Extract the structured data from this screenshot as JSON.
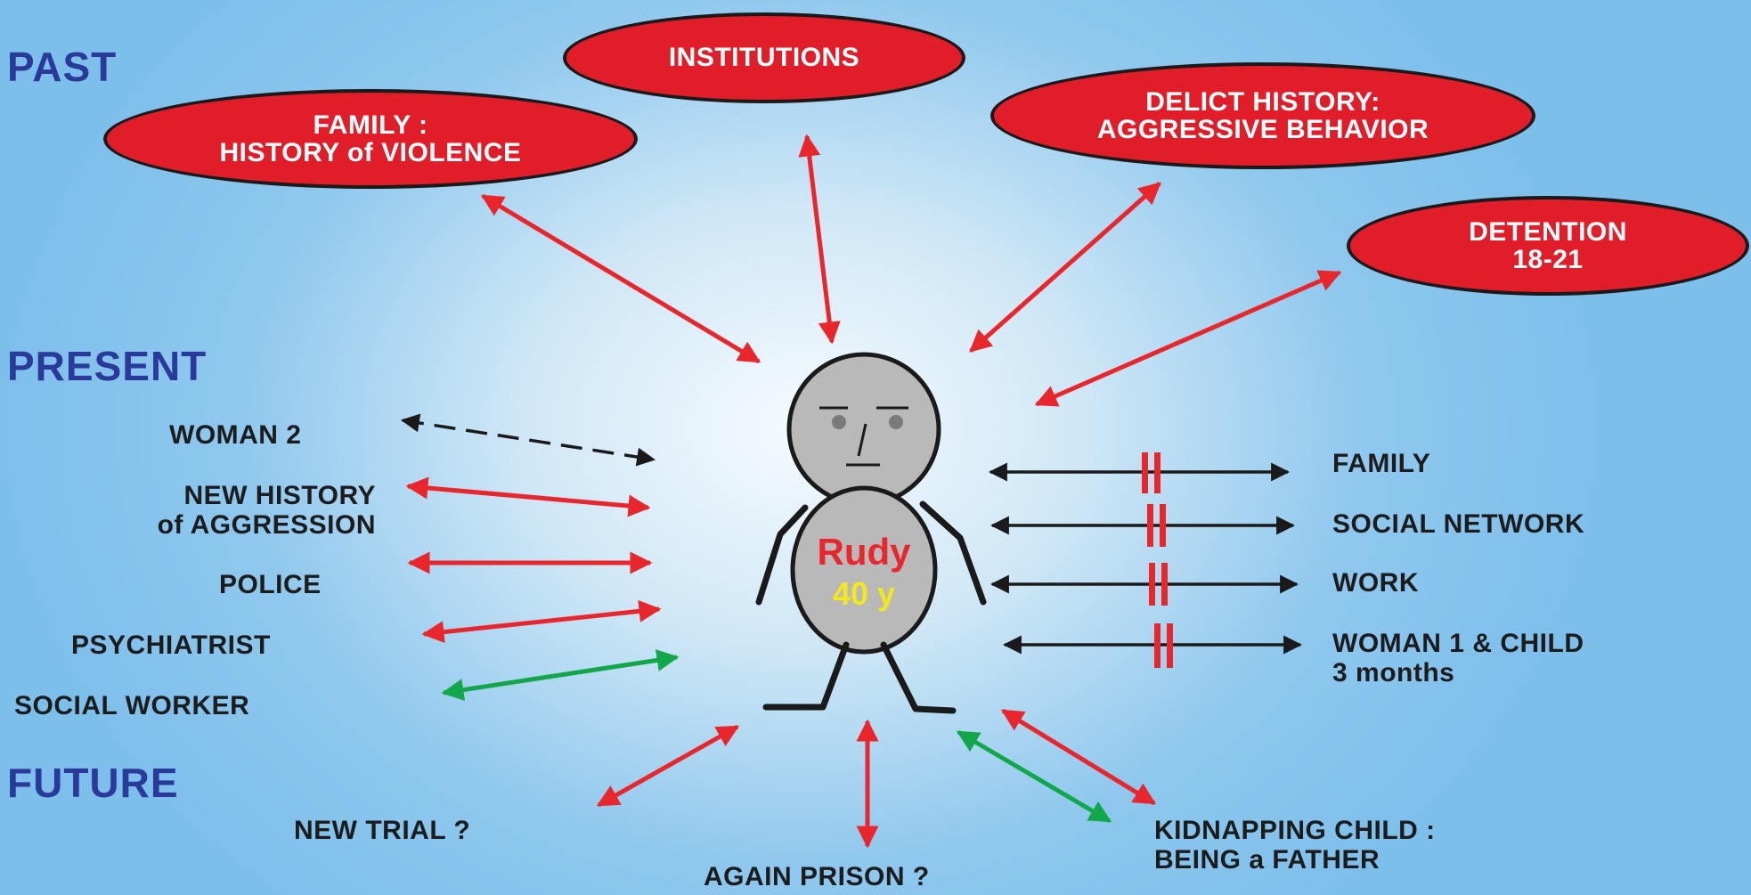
{
  "sections": {
    "past": "PAST",
    "present": "PRESENT",
    "future": "FUTURE"
  },
  "past": {
    "institutions": "INSTITUTIONS",
    "family_line1": "FAMILY :",
    "family_line2": "HISTORY of VIOLENCE",
    "delict_line1": "DELICT HISTORY:",
    "delict_line2": "AGGRESSIVE BEHAVIOR",
    "detention_line1": "DETENTION",
    "detention_line2": "18-21"
  },
  "present_left": {
    "woman2": "WOMAN 2",
    "new_history_line1": "NEW HISTORY",
    "new_history_line2": "of AGGRESSION",
    "police": "POLICE",
    "psychiatrist": "PSYCHIATRIST",
    "social_worker": "SOCIAL WORKER"
  },
  "present_right": {
    "family": "FAMILY",
    "social_network": "SOCIAL NETWORK",
    "work": "WORK",
    "woman1_line1": "WOMAN 1 & CHILD",
    "woman1_line2": "3 months"
  },
  "future": {
    "new_trial": "NEW TRIAL ?",
    "again_prison": "AGAIN PRISON ?",
    "kidnapping_line1": "KIDNAPPING CHILD :",
    "kidnapping_line2": "BEING a FATHER"
  },
  "person": {
    "name": "Rudy",
    "age": "40 y"
  },
  "colors": {
    "red_arrow": "#e8262b",
    "green_arrow": "#12a84a",
    "black_arrow": "#1a1a1a",
    "ellipse_fill": "#e11d2a",
    "section_title": "#2b3a9a",
    "name_red": "#e8262b",
    "age_yellow": "#f3e81a"
  }
}
